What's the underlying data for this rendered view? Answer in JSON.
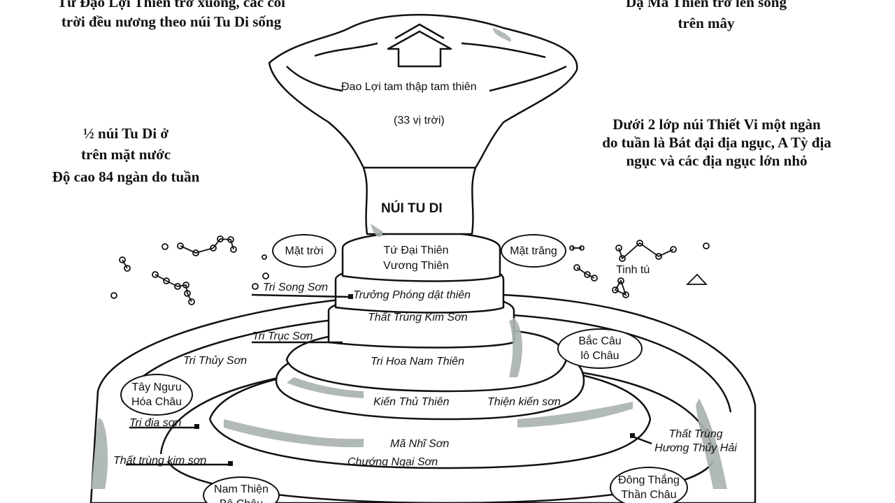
{
  "texts": {
    "top_left_1": "Tứ Đạo Lợi Thiên trở xuống, các cõi",
    "top_left_2": "trời đều nương theo núi Tu Di sống",
    "top_right_1": "Dạ Ma Thiên trở lên sống",
    "top_right_2": "trên mây",
    "left_1": "½ núi Tu Di ở",
    "left_2": "trên mặt nước",
    "left_3": "Độ cao 84 ngàn do tuần",
    "right_1": "Dưới 2 lớp núi Thiết Vi một ngàn",
    "right_2": "do tuần là Bát đại địa ngục, A Tỳ địa",
    "right_3": "ngục và các địa ngục lớn nhỏ"
  },
  "labels": {
    "dao_loi": "Đao Lợi tam thập tam thiên",
    "vi_troi": "(33 vị trời)",
    "nui_tu_di": "NÚI TU DI",
    "tu_dai_1": "Tứ Đại Thiên",
    "tu_dai_2": "Vương Thiên",
    "truong_phong": "Trưởng Phóng dật thiên",
    "that_trung_kim": "Thất Trùng Kim Sơn",
    "tri_hoa": "Tri Hoa Nam Thiên",
    "kien_thu": "Kiến Thủ Thiên",
    "thien_kien": "Thiện kiến sơn",
    "ma_nhi": "Mã Nhĩ Sơn",
    "chuong_ngai": "Chướng Ngại Sơn",
    "tri_song": "Tri Song Sơn",
    "tri_truc": "Tri Trục Sơn",
    "tri_thuy": "Tri Thủy Sơn",
    "tri_dia": "Tri địa sơn",
    "that_trung_kim_son": "Thất trùng kim sơn",
    "tinh_tu": "Tinh tú"
  },
  "ovals": {
    "mat_troi": "Mặt trời",
    "mat_trang": "Mặt trăng",
    "bac_cau_1": "Bắc Câu",
    "bac_cau_2": "lô Châu",
    "tay_nguu_1": "Tây Ngưu",
    "tay_nguu_2": "Hóa Châu",
    "that_trung_1": "Thất Trùng",
    "that_trung_2": "Hương Thủy Hải",
    "dong_thang_1": "Đông Thắng",
    "dong_thang_2": "Thần Châu",
    "nam_thien_1": "Nam Thiện",
    "nam_thien_2": "Bộ Châu"
  },
  "colors": {
    "ink": "#111111",
    "shade": "#a9b2ac",
    "paper": "#ffffff"
  }
}
